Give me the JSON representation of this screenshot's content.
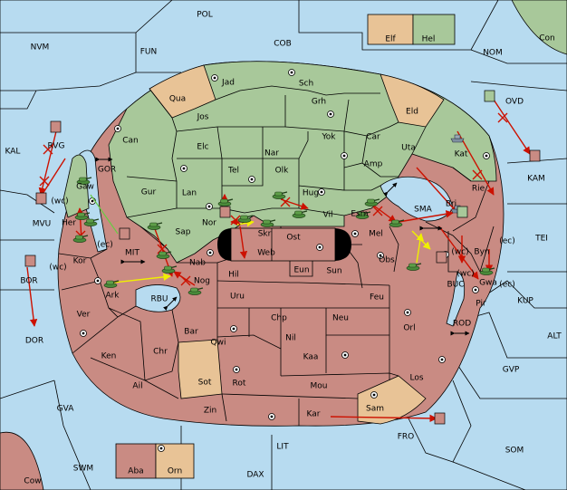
{
  "colors": {
    "sea": "#b7dbf0",
    "green_power": "#a8c89a",
    "red_power": "#c98b83",
    "neutral": "#e8c396",
    "move_order": "#cc1100",
    "support_order": "#f0f000",
    "convoy_order": "#cc44cc"
  },
  "legend": {
    "tan_label": "Elf",
    "green_label": "Hel"
  },
  "bottom_legend": {
    "red_label": "Aba",
    "tan_label": "Orn"
  },
  "sea_regions": [
    {
      "id": "pol",
      "name": "POL"
    },
    {
      "id": "cob",
      "name": "COB"
    },
    {
      "id": "fun",
      "name": "FUN"
    },
    {
      "id": "nvm",
      "name": "NVM"
    },
    {
      "id": "nom",
      "name": "NOM"
    },
    {
      "id": "con",
      "name": "Con"
    },
    {
      "id": "kal",
      "name": "KAL"
    },
    {
      "id": "ovd",
      "name": "OVD"
    },
    {
      "id": "kam",
      "name": "KAM"
    },
    {
      "id": "mvu",
      "name": "MVU"
    },
    {
      "id": "gor",
      "name": "GOR"
    },
    {
      "id": "mit",
      "name": "MIT"
    },
    {
      "id": "rbu",
      "name": "RBU"
    },
    {
      "id": "sma",
      "name": "SMA"
    },
    {
      "id": "tei",
      "name": "TEI"
    },
    {
      "id": "bor",
      "name": "BOR"
    },
    {
      "id": "dor",
      "name": "DOR"
    },
    {
      "id": "buc",
      "name": "BUC"
    },
    {
      "id": "kup",
      "name": "KUP"
    },
    {
      "id": "alt",
      "name": "ALT"
    },
    {
      "id": "rod",
      "name": "ROD"
    },
    {
      "id": "gvp",
      "name": "GVP"
    },
    {
      "id": "gva",
      "name": "GVA"
    },
    {
      "id": "fro",
      "name": "FRO"
    },
    {
      "id": "som",
      "name": "SOM"
    },
    {
      "id": "lit",
      "name": "LIT"
    },
    {
      "id": "swm",
      "name": "SWM"
    },
    {
      "id": "dax",
      "name": "DAX"
    },
    {
      "id": "cow",
      "name": "Cow"
    }
  ],
  "green_regions": [
    {
      "id": "jad",
      "name": "Jad"
    },
    {
      "id": "sch",
      "name": "Sch"
    },
    {
      "id": "jos",
      "name": "Jos"
    },
    {
      "id": "grh",
      "name": "Grh"
    },
    {
      "id": "can",
      "name": "Can"
    },
    {
      "id": "elc",
      "name": "Elc"
    },
    {
      "id": "nar",
      "name": "Nar"
    },
    {
      "id": "yok",
      "name": "Yok"
    },
    {
      "id": "car",
      "name": "Car"
    },
    {
      "id": "uta",
      "name": "Uta"
    },
    {
      "id": "tel",
      "name": "Tel"
    },
    {
      "id": "olk",
      "name": "Olk"
    },
    {
      "id": "amp",
      "name": "Amp"
    },
    {
      "id": "gur",
      "name": "Gur"
    },
    {
      "id": "lan",
      "name": "Lan"
    },
    {
      "id": "hug",
      "name": "Hug"
    },
    {
      "id": "esm",
      "name": "Esm"
    },
    {
      "id": "nor",
      "name": "Nor"
    },
    {
      "id": "vil",
      "name": "Vil"
    },
    {
      "id": "sap",
      "name": "Sap"
    },
    {
      "id": "kat",
      "name": "Kat"
    },
    {
      "id": "gaw",
      "name": "Gaw"
    }
  ],
  "red_regions": [
    {
      "id": "rvg",
      "name": "RVG"
    },
    {
      "id": "her",
      "name": "Her"
    },
    {
      "id": "kor",
      "name": "Kor"
    },
    {
      "id": "skr",
      "name": "Skr"
    },
    {
      "id": "web",
      "name": "Web"
    },
    {
      "id": "ost",
      "name": "Ost"
    },
    {
      "id": "mel",
      "name": "Mel"
    },
    {
      "id": "bri",
      "name": "Bri"
    },
    {
      "id": "rie",
      "name": "Rie"
    },
    {
      "id": "nab",
      "name": "Nab"
    },
    {
      "id": "hil",
      "name": "Hil"
    },
    {
      "id": "eun",
      "name": "Eun"
    },
    {
      "id": "sun",
      "name": "Sun"
    },
    {
      "id": "obs",
      "name": "Obs"
    },
    {
      "id": "byn",
      "name": "Byn"
    },
    {
      "id": "ark",
      "name": "Ark"
    },
    {
      "id": "nog",
      "name": "Nog"
    },
    {
      "id": "gwa",
      "name": "Gwa"
    },
    {
      "id": "uru",
      "name": "Uru"
    },
    {
      "id": "feu",
      "name": "Feu"
    },
    {
      "id": "pir",
      "name": "Pir"
    },
    {
      "id": "ver",
      "name": "Ver"
    },
    {
      "id": "bar",
      "name": "Bar"
    },
    {
      "id": "chp",
      "name": "Chp"
    },
    {
      "id": "neu",
      "name": "Neu"
    },
    {
      "id": "orl",
      "name": "Orl"
    },
    {
      "id": "qwi",
      "name": "Qwi"
    },
    {
      "id": "nil",
      "name": "Nil"
    },
    {
      "id": "ken",
      "name": "Ken"
    },
    {
      "id": "chr",
      "name": "Chr"
    },
    {
      "id": "kaa",
      "name": "Kaa"
    },
    {
      "id": "los",
      "name": "Los"
    },
    {
      "id": "ail",
      "name": "Ail"
    },
    {
      "id": "rot",
      "name": "Rot"
    },
    {
      "id": "mou",
      "name": "Mou"
    },
    {
      "id": "zin",
      "name": "Zin"
    },
    {
      "id": "kar",
      "name": "Kar"
    }
  ],
  "neutral_regions": [
    {
      "id": "qua",
      "name": "Qua"
    },
    {
      "id": "eld",
      "name": "Eld"
    },
    {
      "id": "sot",
      "name": "Sot"
    },
    {
      "id": "sam",
      "name": "Sam"
    }
  ],
  "coast_tags": [
    {
      "id": "wc1",
      "text": "(wc)"
    },
    {
      "id": "ec1",
      "text": "(ec)"
    },
    {
      "id": "wc2",
      "text": "(wc)"
    },
    {
      "id": "wc3",
      "text": "(wc)"
    },
    {
      "id": "ec2",
      "text": "(ec)"
    },
    {
      "id": "wc4",
      "text": "(wc)"
    },
    {
      "id": "ec3",
      "text": "(ec)"
    }
  ]
}
